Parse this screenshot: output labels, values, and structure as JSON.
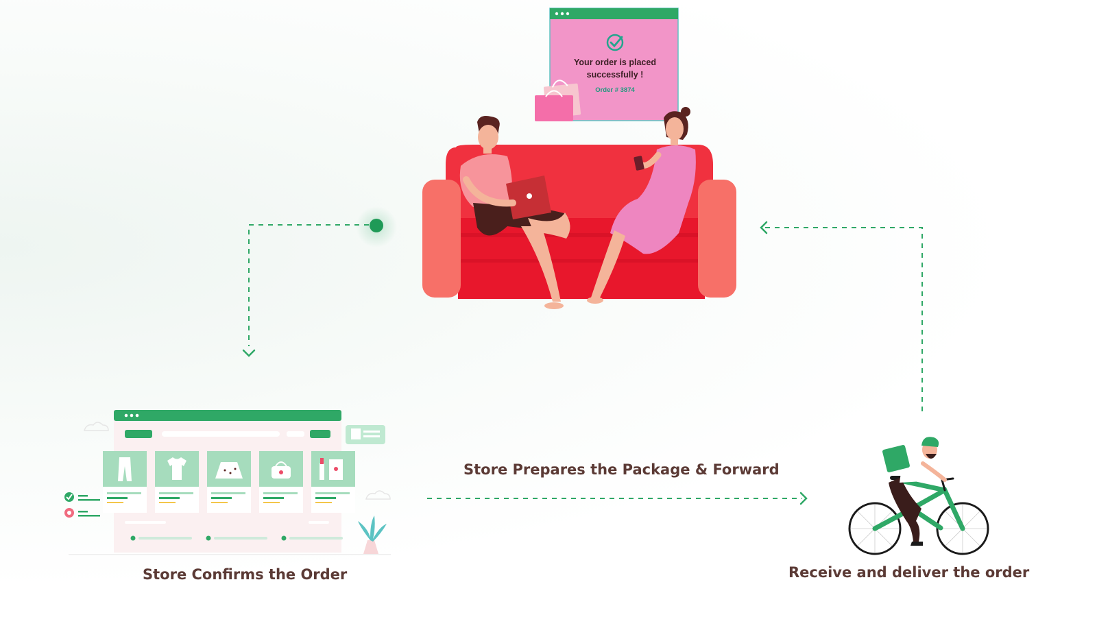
{
  "popup": {
    "message_line1": "Your order is placed",
    "message_line2": "successfully !",
    "order_number": "Order # 3874"
  },
  "steps": {
    "confirm": "Store Confirms the Order",
    "prepare": "Store Prepares the Package & Forward",
    "deliver": "Receive and deliver the order"
  },
  "colors": {
    "green": "#2fa866",
    "dark_green": "#239254",
    "pink": "#f295c8",
    "sofa_red": "#ef2b3b",
    "caption": "#5b3a35"
  },
  "icons": [
    "check-circle-icon",
    "shopping-bag-icon",
    "pants-icon",
    "tshirt-icon",
    "skirt-icon",
    "handbag-icon",
    "lipstick-icon",
    "plant-icon"
  ]
}
